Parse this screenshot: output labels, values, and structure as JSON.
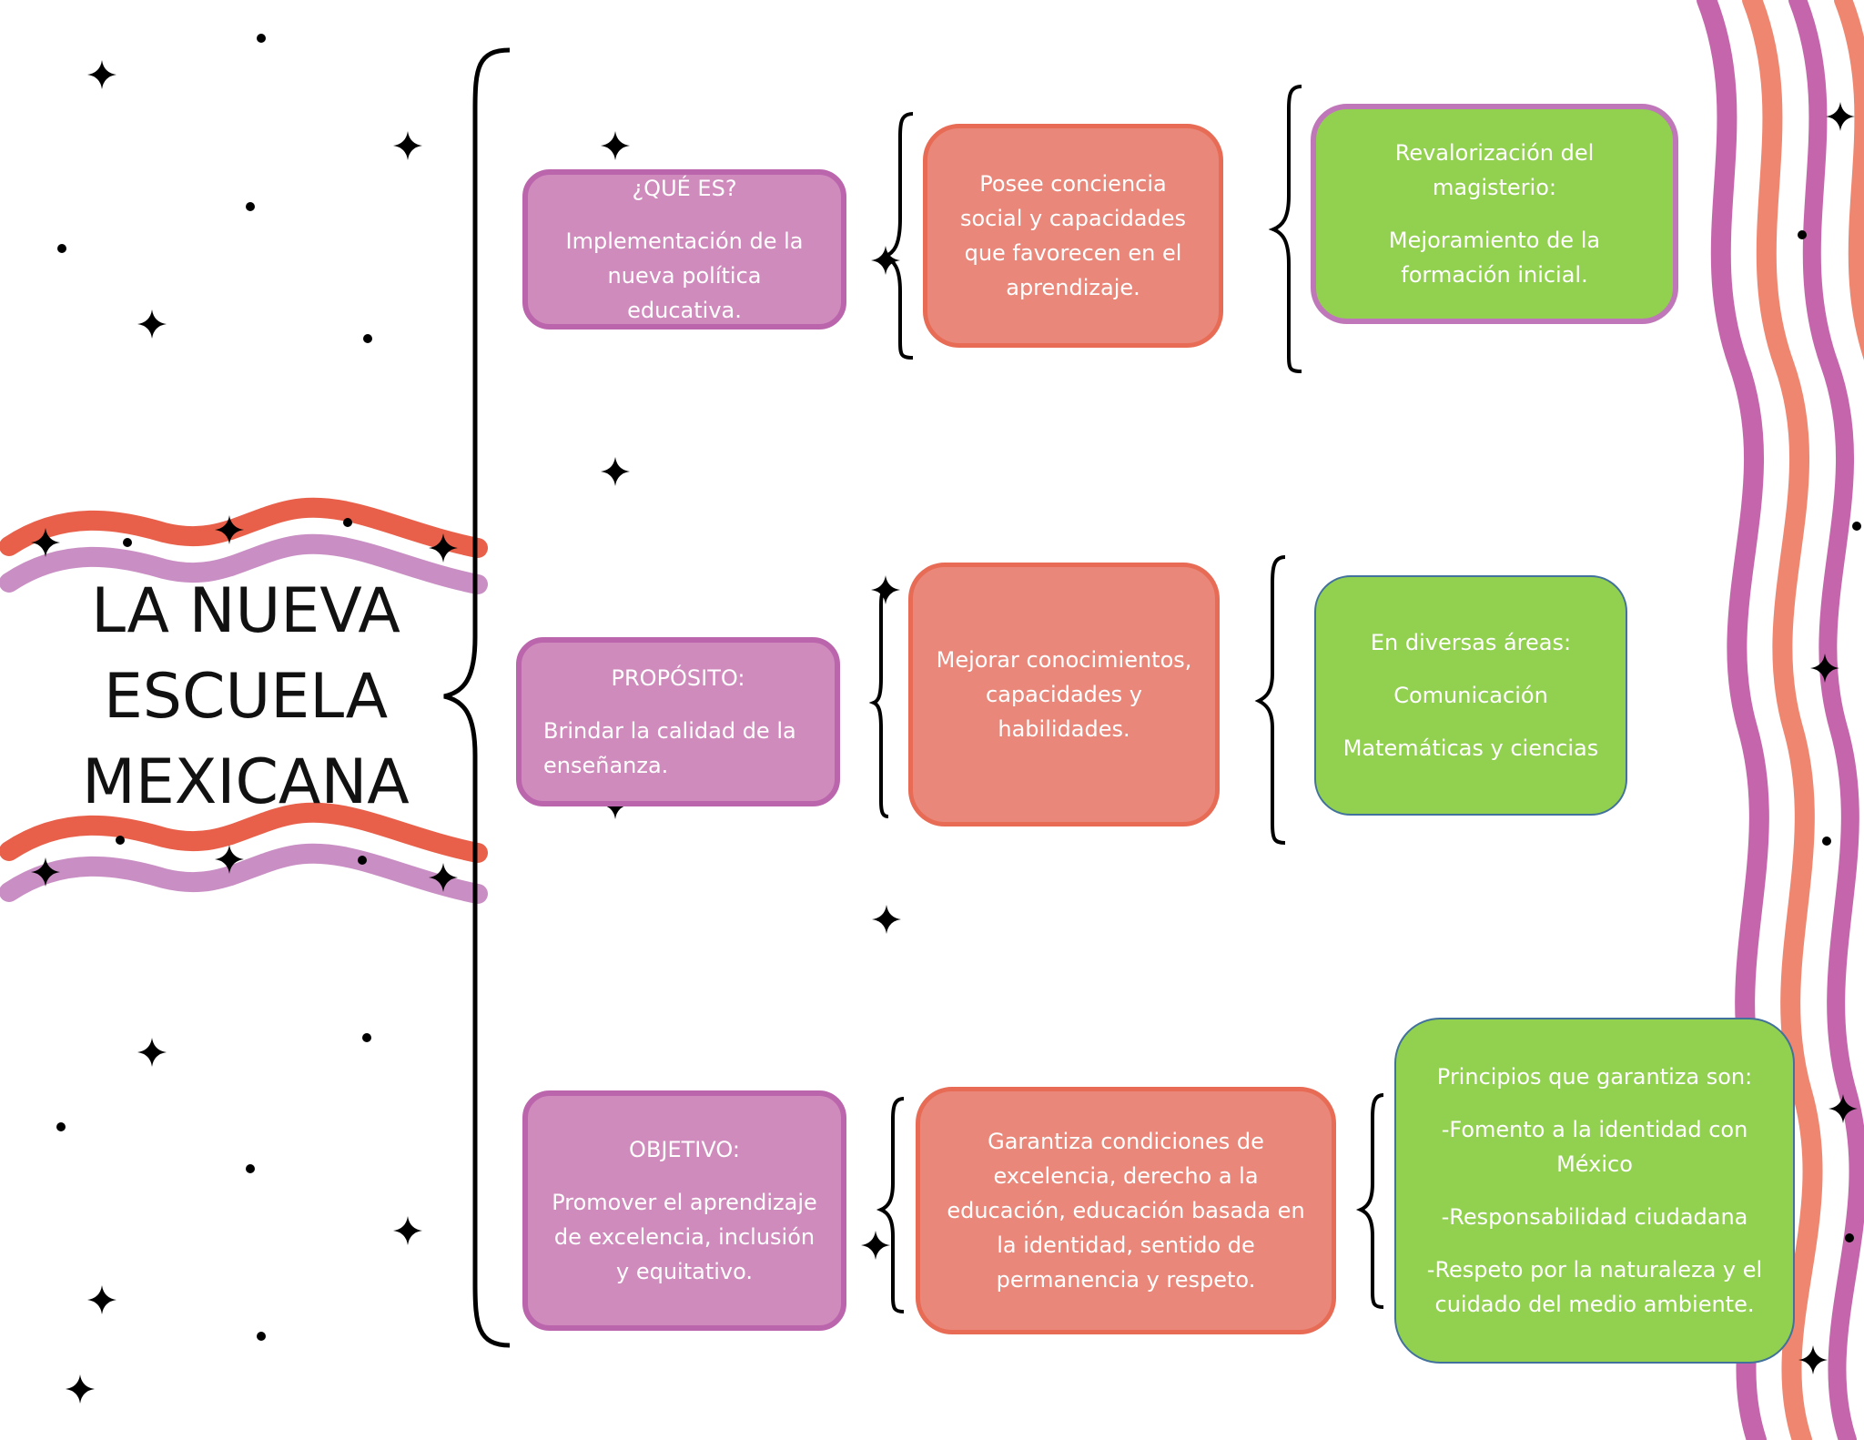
{
  "title": {
    "lines": [
      "LA NUEVA",
      "ESCUELA",
      "MEXICANA"
    ]
  },
  "rows": [
    {
      "category": {
        "heading": "¿QUÉ ES?",
        "text": "Implementación de la nueva política educativa."
      },
      "detail": {
        "text": "Posee conciencia social y capacidades que favorecen en el aprendizaje."
      },
      "result": {
        "heading": "Revalorización del magisterio:",
        "text": "Mejoramiento de la formación inicial."
      }
    },
    {
      "category": {
        "heading": "PROPÓSITO:",
        "text": "Brindar la calidad de la enseñanza."
      },
      "detail": {
        "text": "Mejorar conocimientos, capacidades y habilidades."
      },
      "result": {
        "heading": "En diversas áreas:",
        "items": [
          "Comunicación",
          "Matemáticas y ciencias"
        ]
      }
    },
    {
      "category": {
        "heading": "OBJETIVO:",
        "text": "Promover el aprendizaje de excelencia, inclusión y equitativo."
      },
      "detail": {
        "text": "Garantiza condiciones de excelencia, derecho a la educación, educación basada en la identidad, sentido de permanencia y respeto."
      },
      "result": {
        "heading": "Principios que garantiza son:",
        "items": [
          "-Fomento a la identidad con México",
          "-Responsabilidad ciudadana",
          "-Respeto por la naturaleza y el cuidado del medio ambiente."
        ]
      }
    }
  ],
  "colors": {
    "pink_fill": "#d08bbd",
    "orange_fill": "#e9887a",
    "green_fill": "#92d050",
    "wave_orange": "#e8604a",
    "wave_pink": "#c98fc4",
    "wave_purple": "#c566ad",
    "wave_salmon": "#ee8670"
  },
  "icons": [
    "sparkle-star-icon",
    "dot-icon"
  ]
}
